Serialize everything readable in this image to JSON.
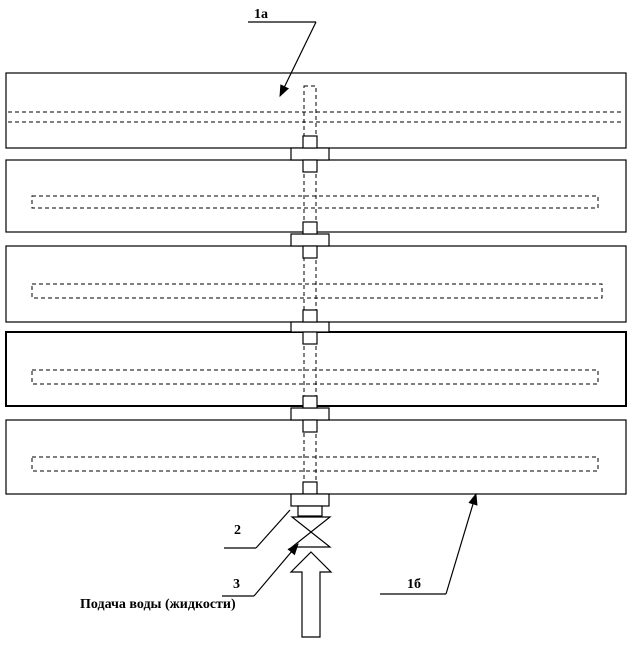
{
  "labels": {
    "panel_top": "1а",
    "panel_bottom": "1б",
    "connector": "2",
    "valve": "3"
  },
  "caption": "Подача воды (жидкости)",
  "panel_count": 5
}
